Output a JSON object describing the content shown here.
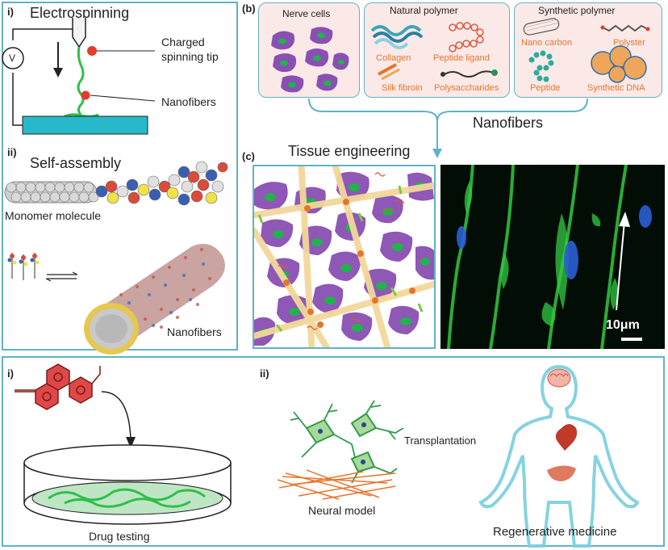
{
  "panel_a": {
    "part_i": "i)",
    "electrospinning_title": "Electrospinning",
    "voltage_symbol": "V",
    "charged_tip_label_line1": "Charged",
    "charged_tip_label_line2": "spinning tip",
    "nanofibers_label": "Nanofibers",
    "part_ii": "ii)",
    "self_assembly_title": "Self-assembly",
    "monomer_label": "Monomer molecule",
    "nanofibers_label_2": "Nanofibers"
  },
  "panel_b": {
    "letter": "(b)",
    "nerve_cells_label": "Nerve cells",
    "natural_polymer_title": "Natural polymer",
    "collagen": "Collagen",
    "peptide_ligand": "Peptide ligand",
    "silk_fibroin": "Silk fibroin",
    "polysaccharides": "Polysaccharides",
    "synthetic_polymer_title": "Synthetic polymer",
    "nano_carbon": "Nano carbon",
    "polyster": "Polyster",
    "peptide": "Peptide",
    "synthetic_dna": "Synthetic DNA",
    "nanofibers_caption": "Nanofibers"
  },
  "panel_c": {
    "letter": "(c)",
    "tissue_engineering_title": "Tissue engineering",
    "scale_bar": "10μm"
  },
  "panel_bottom": {
    "part_i": "i)",
    "drug_testing": "Drug testing",
    "part_ii": "ii)",
    "transplantation": "Transplantation",
    "neural_model": "Neural model",
    "regenerative_medicine": "Regenerative medicine"
  },
  "colors": {
    "frame": "#5fb3c9",
    "cell_purple": "#8a4fb3",
    "nucleus_green": "#22b24c",
    "fiber_yellow": "#f3d89a",
    "accent_orange": "#e8742a",
    "substrate_cyan": "#27b9c9"
  }
}
